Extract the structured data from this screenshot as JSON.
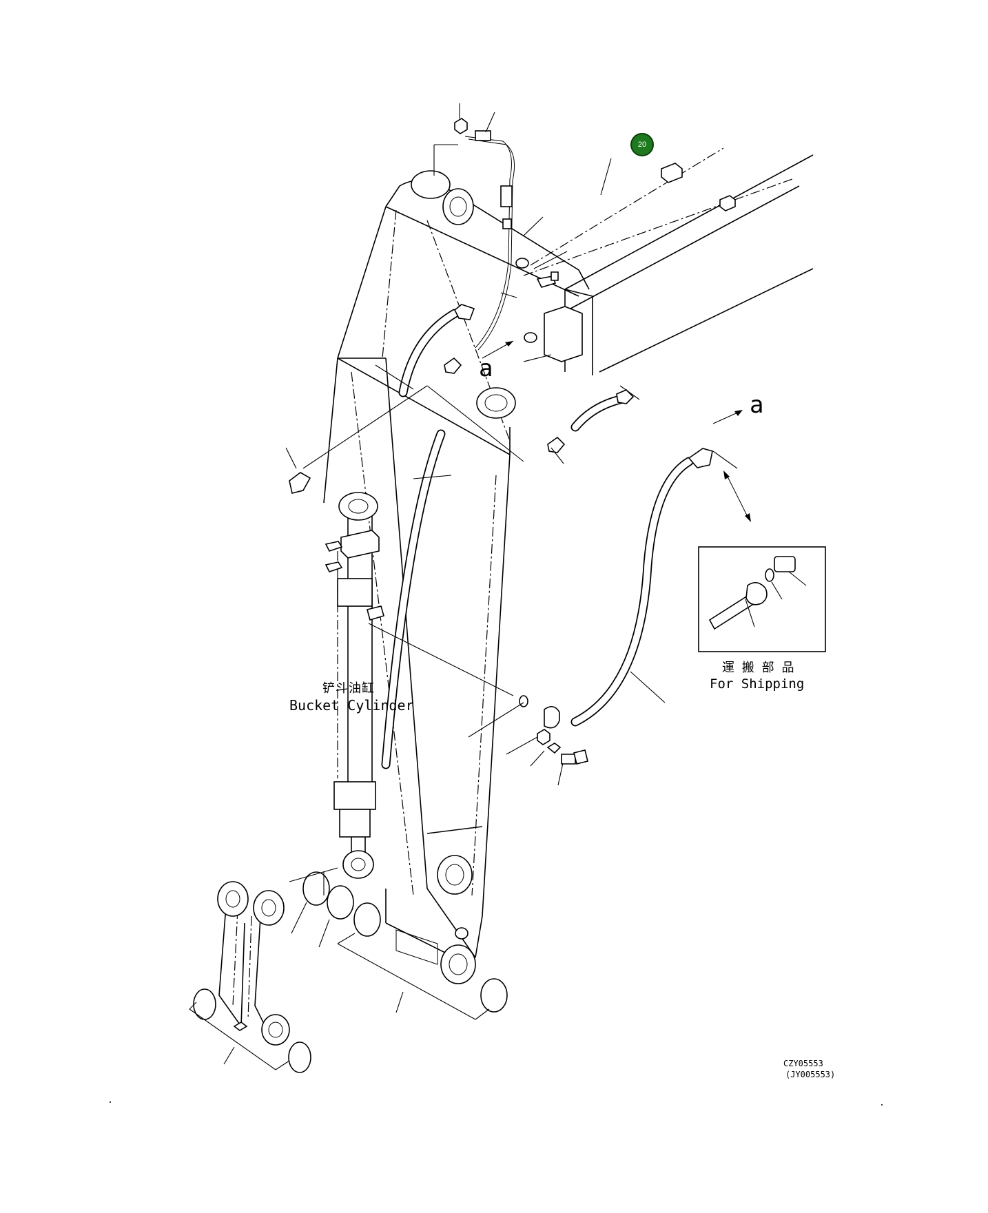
{
  "callout": {
    "number": "20",
    "color": "#1f7a1f"
  },
  "labels": {
    "bucket_cylinder_cn": "铲斗油缸",
    "bucket_cylinder_en": "Bucket Cylinder",
    "shipping_cn": "運 搬 部 品",
    "shipping_en": "For Shipping",
    "view_a_1": "a",
    "view_a_2": "a"
  },
  "drawing_codes": {
    "primary": "CZY05553",
    "secondary": "(JY005553)"
  }
}
